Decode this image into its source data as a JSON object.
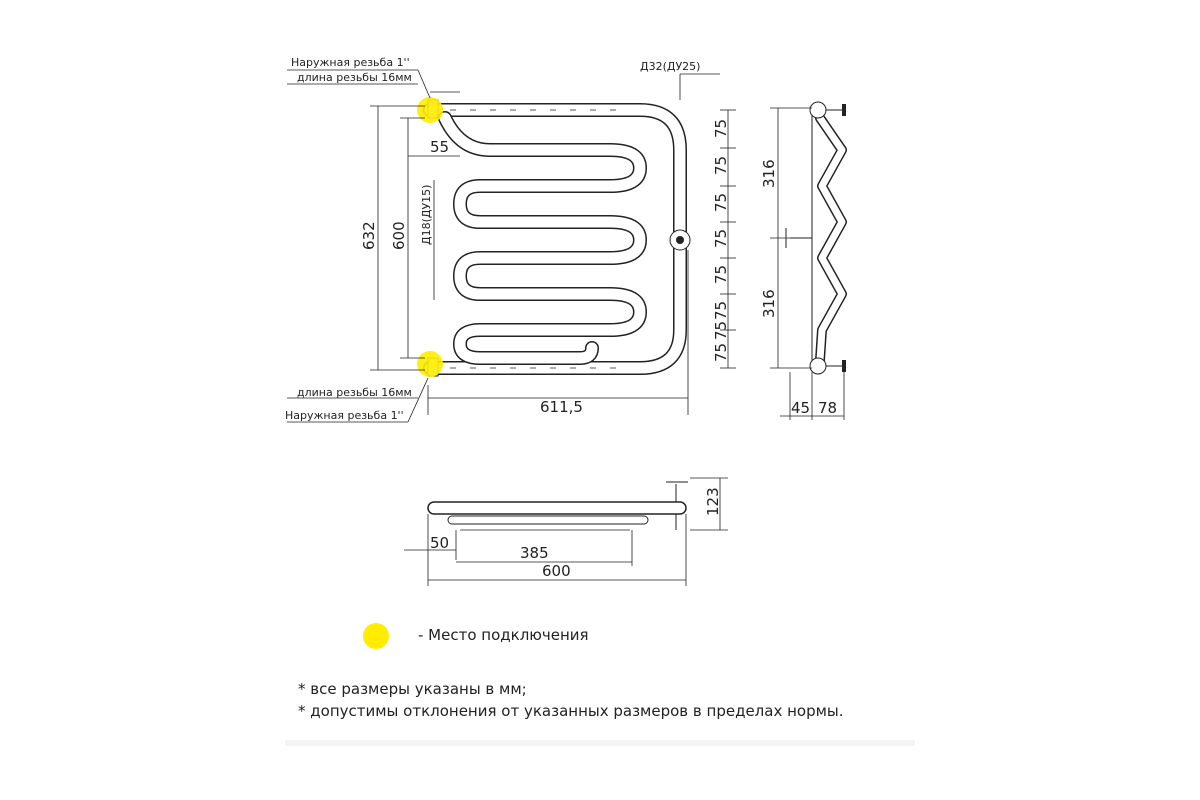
{
  "labels": {
    "thread_outer_top": "Наружная резьба 1''",
    "thread_len_top": "длина резьбы 16мм",
    "thread_len_bottom": "длина резьбы 16мм",
    "thread_outer_bottom": "Наружная резьба 1''",
    "outer_pipe": "Д32(ДУ25)",
    "inner_pipe": "Д18(ДУ15)"
  },
  "dimensions": {
    "height_total": "632",
    "height_inner": "600",
    "inlet_offset": "55",
    "width_total": "611,5",
    "step": "75",
    "side_upper": "316",
    "side_lower": "316",
    "depth_a": "45",
    "depth_b": "78",
    "top_height": "123",
    "top_offset": "50",
    "top_inner": "385",
    "top_total": "600"
  },
  "legend": {
    "connection": "- Место подключения",
    "connection_color": "#ffec00"
  },
  "notes": [
    "* все размеры указаны в мм;",
    "* допустимы отклонения от указанных размеров в пределах нормы."
  ]
}
